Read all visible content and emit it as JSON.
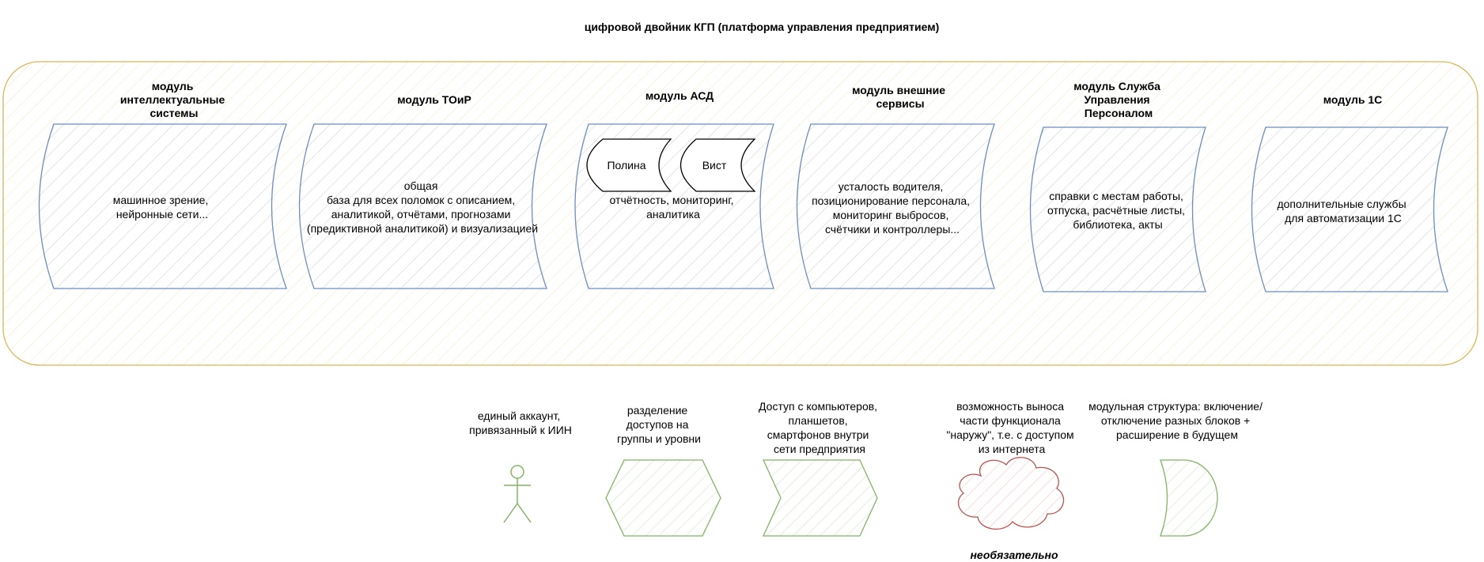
{
  "diagram": {
    "title": "цифровой двойник КГП (платформа управления предприятием)",
    "colors": {
      "container_stroke": "#d6b656",
      "container_hatch": "#f3ebc6",
      "module_stroke": "#6c8ebf",
      "module_hatch": "#d2dcea",
      "feature_stroke": "#82b366",
      "feature_hatch": "#cfe5c3",
      "optional_stroke": "#b85450",
      "optional_hatch": "#f1c9c7"
    },
    "modules": [
      {
        "title": [
          "модуль",
          "интеллектуальные",
          "системы"
        ],
        "body": [
          "машинное зрение,",
          "нейронные сети..."
        ]
      },
      {
        "title": [
          "модуль ТОиР"
        ],
        "body": [
          "общая",
          "база для всех поломок с описанием,",
          "аналитикой, отчётами, прогнозами",
          "(предиктивной аналитикой) и визуализацией"
        ]
      },
      {
        "title": [
          "модуль АСД"
        ],
        "body": [
          "отчётность, мониторинг,",
          "аналитика"
        ],
        "subitems": [
          "Полина",
          "Вист"
        ]
      },
      {
        "title": [
          "модуль внешние",
          "сервисы"
        ],
        "body": [
          "усталость водителя,",
          "позиционирование персонала,",
          "мониторинг выбросов,",
          "счётчики и контроллеры..."
        ]
      },
      {
        "title": [
          "модуль Служба",
          "Управления",
          "Персоналом"
        ],
        "body": [
          "справки с местам работы,",
          "отпуска, расчётные листы,",
          "библиотека, акты"
        ]
      },
      {
        "title": [
          "модуль 1С"
        ],
        "body": [
          "дополнительные службы",
          "для автоматизации 1С"
        ]
      }
    ],
    "features": [
      {
        "label": [
          "единый аккаунт,",
          "привязанный к ИИН"
        ],
        "icon": "actor-icon"
      },
      {
        "label": [
          "разделение",
          "доступов на",
          "группы и уровни"
        ],
        "icon": "hexagon-icon"
      },
      {
        "label": [
          "Доступ с компьютеров,",
          "планшетов,",
          "смартфонов внутри",
          "сети предприятия"
        ],
        "icon": "step-arrow-icon"
      },
      {
        "label": [
          "возможность выноса",
          "части функционала",
          "\"наружу\", т.е. с доступом",
          "из интернета"
        ],
        "icon": "cloud-icon",
        "note": "необязательно"
      },
      {
        "label": [
          "модульная структура: включение/",
          "отключение разных блоков +",
          "расширение в будущем"
        ],
        "icon": "delay-shape-icon"
      }
    ]
  }
}
